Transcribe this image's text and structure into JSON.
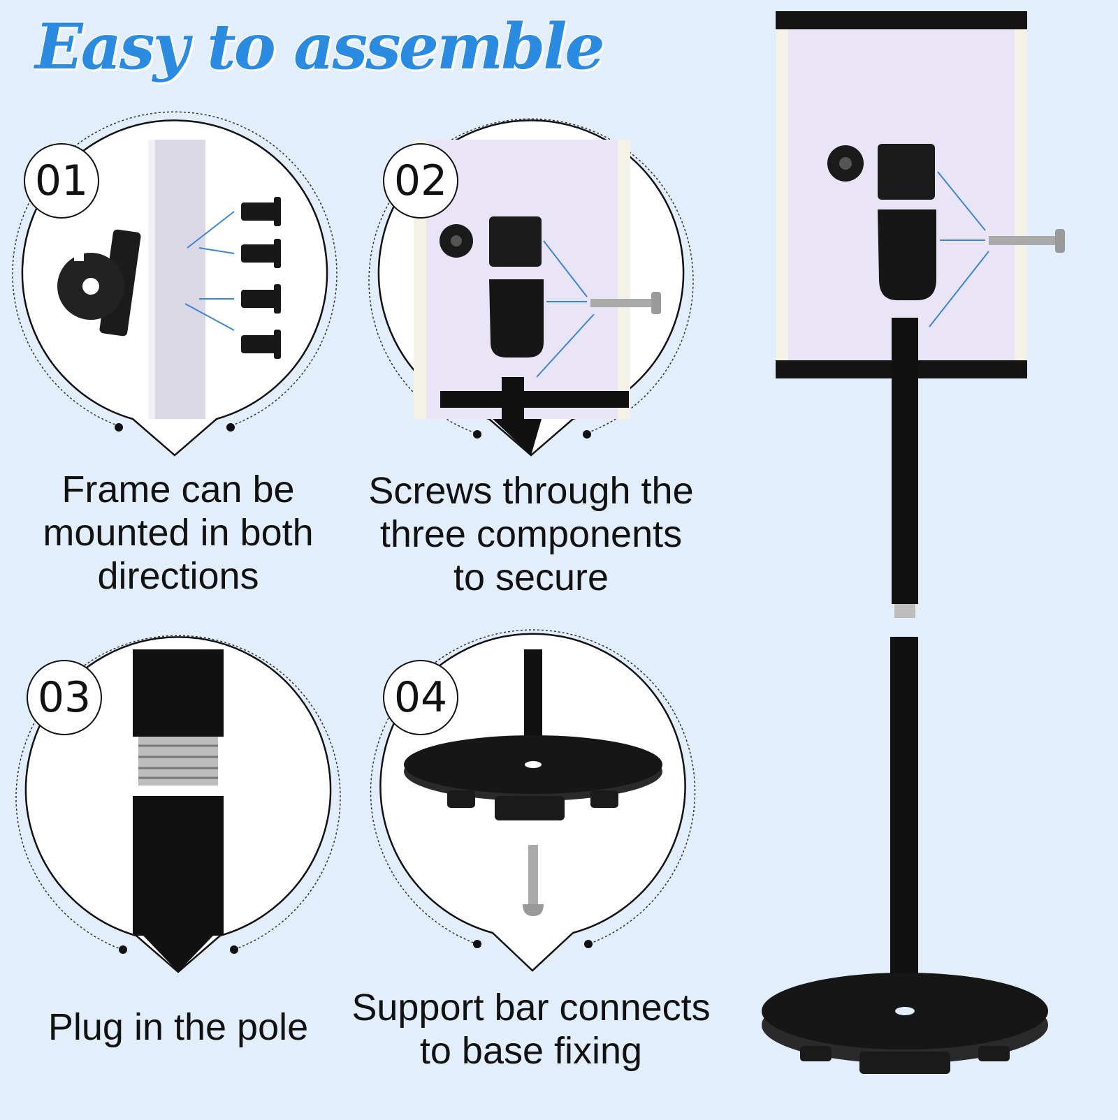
{
  "title": "Easy to assemble",
  "steps": [
    {
      "number": "01",
      "caption": "Frame can be\nmounted in both\ndirections"
    },
    {
      "number": "02",
      "caption": "Screws through the\nthree components\nto secure"
    },
    {
      "number": "03",
      "caption": "Plug in the pole"
    },
    {
      "number": "04",
      "caption": "Support bar connects\nto base fixing"
    }
  ],
  "colors": {
    "background": "#e2eefb",
    "title": "#2a8be0",
    "guide_line": "#3a86d6",
    "hardware": "#151515",
    "panel": "#e9e4f6"
  }
}
